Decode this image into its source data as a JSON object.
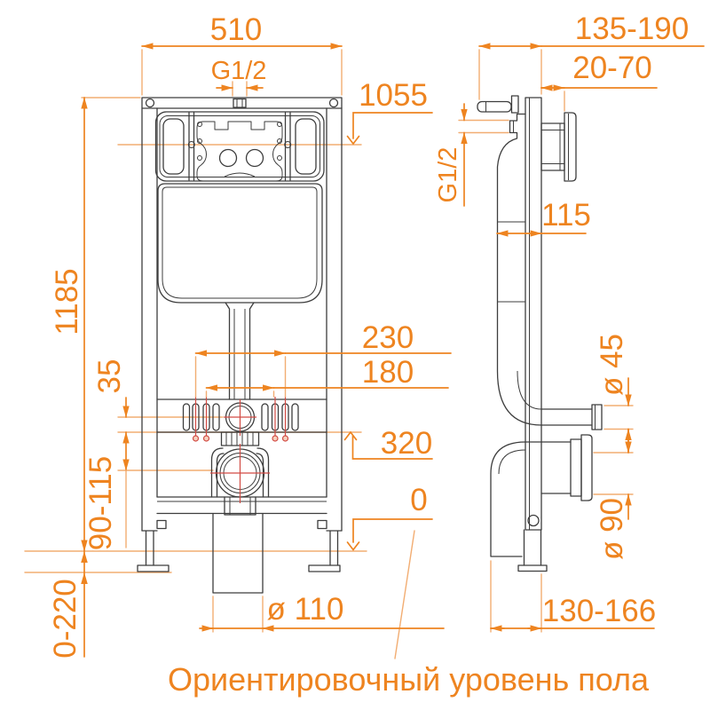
{
  "caption": "Ориентировочный уровень пола",
  "front": {
    "width": "510",
    "inlet_thread": "G1/2",
    "inlet_height": "1055",
    "frame_height": "1185",
    "fixing_studs_outer": "230",
    "fixing_studs_inner": "180",
    "stud_to_flush_offset": "35",
    "flush_bend_level": "320",
    "floor_level": "0",
    "outlet_center_height": "90-115",
    "leg_adjustment": "0-220",
    "drain_hole_diameter": "ø 110"
  },
  "side": {
    "depth_range": "135-190",
    "button_housing_depth": "20-70",
    "inlet_thread": "G1/2",
    "tank_depth": "115",
    "flush_pipe_diameter": "ø 45",
    "drain_pipe_diameter": "ø 90",
    "base_depth_range": "130-166"
  },
  "colors": {
    "dimension": "#ee8420",
    "reference": "#f2ad72",
    "line": "#3d3d3d",
    "centerline": "#d24a43",
    "background": "#ffffff"
  }
}
